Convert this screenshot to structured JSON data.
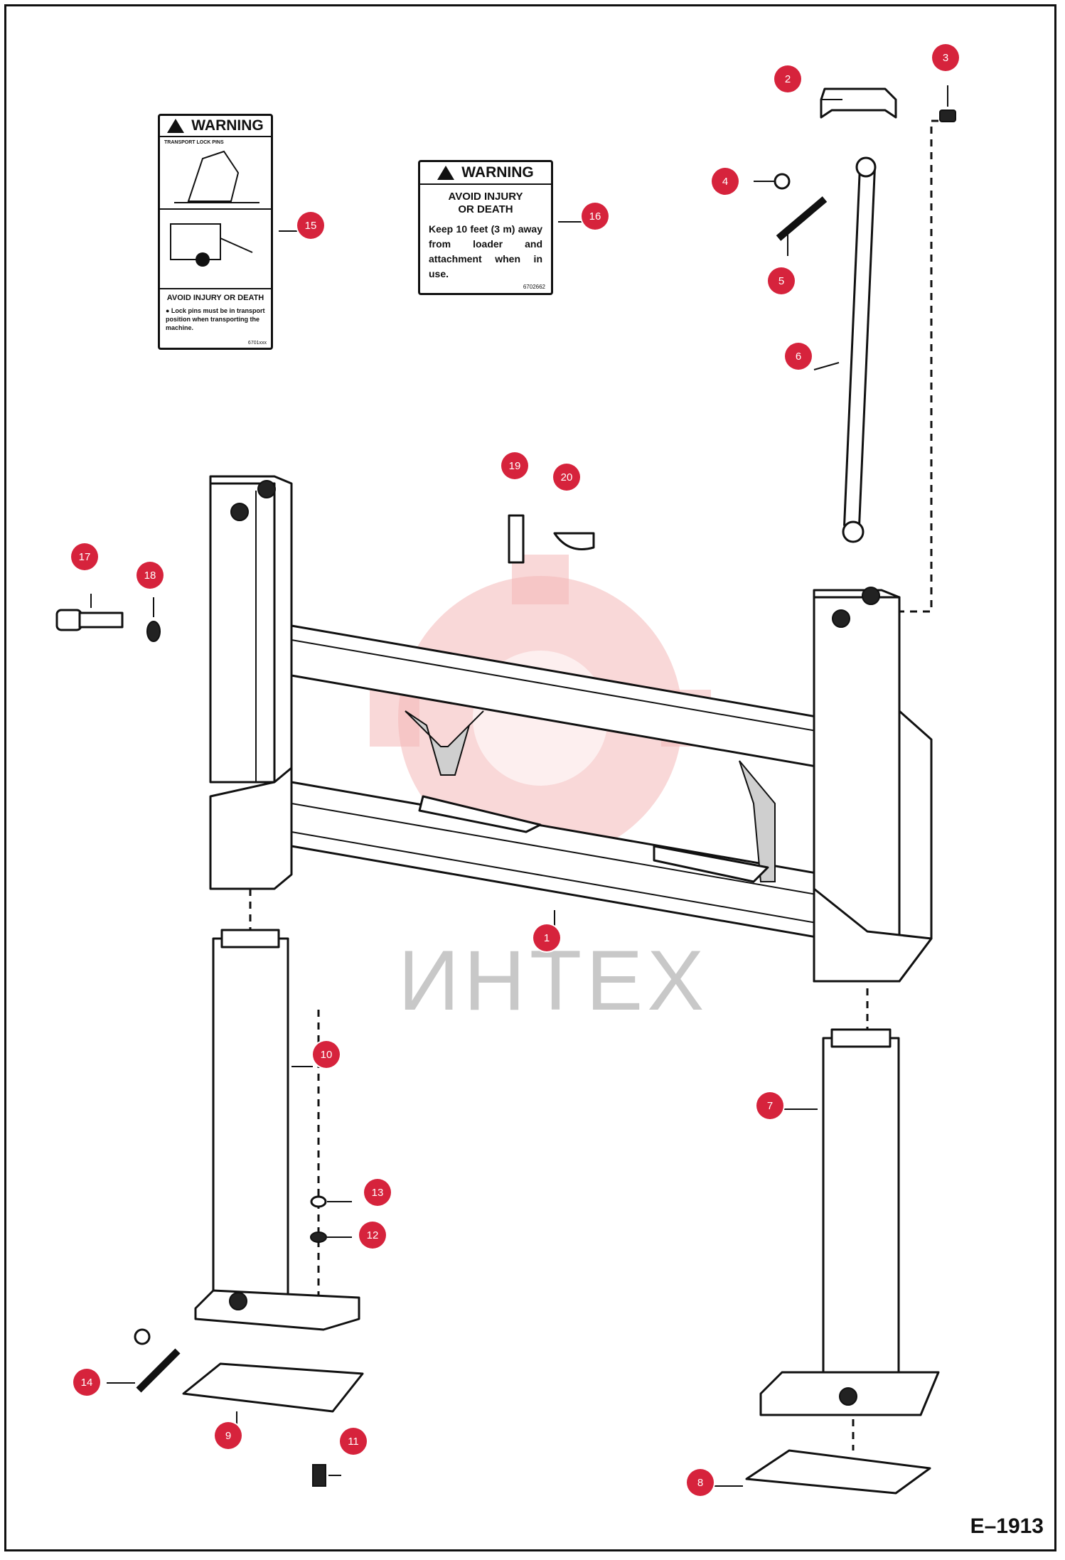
{
  "figure_code": "E–1913",
  "watermark_text": "ИНТЕХ",
  "callout_color": "#d6233c",
  "part_numbers": [
    "1",
    "2",
    "3",
    "4",
    "5",
    "6",
    "7",
    "8",
    "9",
    "10",
    "11",
    "12",
    "13",
    "14",
    "15",
    "16",
    "17",
    "18",
    "19",
    "20"
  ],
  "decal_16": {
    "header": "WARNING",
    "title_line1": "AVOID INJURY",
    "title_line2": "OR DEATH",
    "body": "Keep 10 feet (3 m) away from loader and attachment when in use.",
    "code": "6702662"
  },
  "decal_15": {
    "header": "WARNING",
    "caption_top": "TRANSPORT LOCK PINS",
    "title": "AVOID INJURY OR DEATH",
    "body": "● Lock pins must be in transport position when transporting the machine.",
    "code": "6701xxx"
  }
}
